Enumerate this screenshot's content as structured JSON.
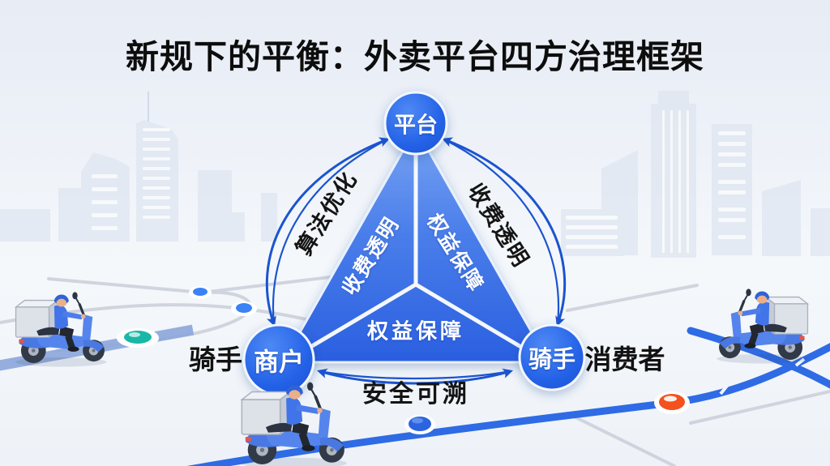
{
  "title": "新规下的平衡：外卖平台四方治理框架",
  "triangle": {
    "nodes": {
      "platform": "平台",
      "merchant": "商户",
      "rider": "骑手"
    },
    "outer_party_labels": {
      "left_of_merchant": "骑手",
      "right_of_rider": "消费者"
    },
    "edge_labels": {
      "left_outer": "算法优化",
      "left_inner": "收费透明",
      "right_outer": "收费透明",
      "right_inner": "权益保障",
      "bottom_inner": "权益保障",
      "bottom_outer": "安全可溯"
    }
  },
  "colors": {
    "title_text": "#0d0d0d",
    "accent_blue": "#2563eb",
    "triangle_gradient_top": "#6d9bf0",
    "triangle_gradient_bottom": "#2a5fe0",
    "arrow_blue": "#1b54cf",
    "road_blue": "#2e6be5",
    "road_muted_blue": "#8ba6da",
    "road_gray": "#c7ccd7",
    "marker_teal": "#19b8a6",
    "marker_orange": "#f4511e",
    "marker_blue": "#3b82f6"
  }
}
